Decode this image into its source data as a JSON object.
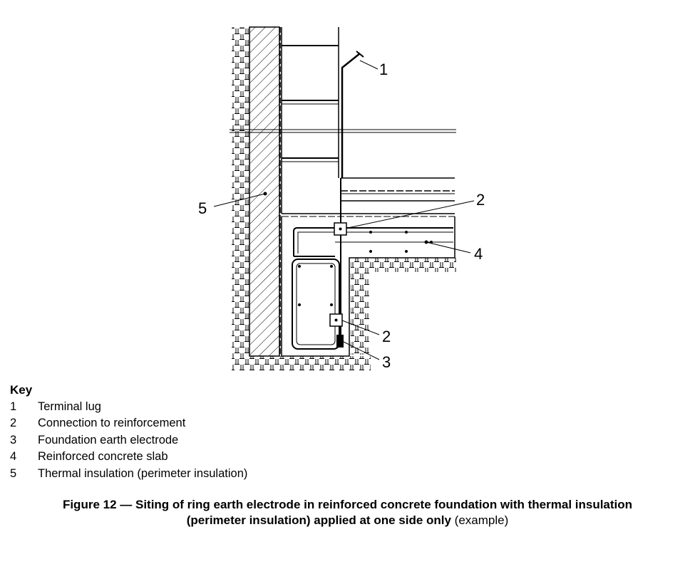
{
  "figure": {
    "callouts": [
      "1",
      "2",
      "4",
      "2",
      "3",
      "5"
    ],
    "key_title": "Key",
    "key_items": [
      {
        "num": "1",
        "text": "Terminal lug"
      },
      {
        "num": "2",
        "text": "Connection to reinforcement"
      },
      {
        "num": "3",
        "text": "Foundation earth electrode"
      },
      {
        "num": "4",
        "text": "Reinforced concrete slab"
      },
      {
        "num": "5",
        "text": "Thermal insulation (perimeter insulation)"
      }
    ],
    "caption_line1": "Figure 12 — Siting of ring earth electrode in reinforced concrete foundation with thermal insulation",
    "caption_line2_bold": "(perimeter insulation) applied at one side only",
    "caption_line2_plain": " (example)"
  }
}
